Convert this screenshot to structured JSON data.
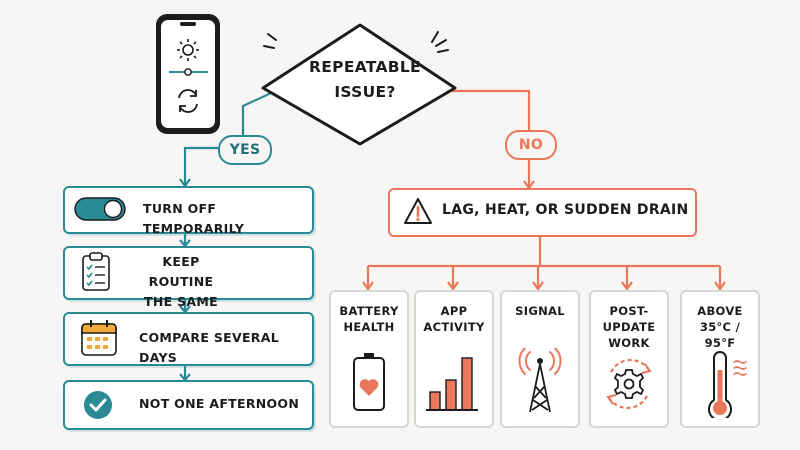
{
  "decision": {
    "line1": "REPEATABLE",
    "line2": "ISSUE?"
  },
  "branches": {
    "yes": "YES",
    "no": "NO"
  },
  "yes_steps": [
    {
      "icon": "toggle-icon",
      "line1": "TURN OFF TEMPORARILY"
    },
    {
      "icon": "clipboard-checklist-icon",
      "line1": "KEEP ROUTINE",
      "line2": "THE SAME"
    },
    {
      "icon": "calendar-icon",
      "line1": "COMPARE SEVERAL DAYS"
    },
    {
      "icon": "check-circle-icon",
      "line1": "NOT ONE AFTERNOON"
    }
  ],
  "no_branch": {
    "alert_icon": "warning-triangle-icon",
    "label": "LAG, HEAT, OR SUDDEN DRAIN",
    "checks": [
      {
        "line1": "BATTERY",
        "line2": "HEALTH",
        "icon": "battery-heart-icon"
      },
      {
        "line1": "APP",
        "line2": "ACTIVITY",
        "icon": "bar-chart-icon"
      },
      {
        "line1": "SIGNAL",
        "line2": "",
        "icon": "signal-tower-icon"
      },
      {
        "line1": "POST-UPDATE",
        "line2": "WORK",
        "icon": "gear-update-icon"
      },
      {
        "line1": "ABOVE",
        "line2": "35°C / 95°F",
        "icon": "thermometer-icon"
      }
    ]
  },
  "phone_icons": [
    "phone-icon",
    "brightness-icon",
    "slider-icon",
    "refresh-icon"
  ],
  "colors": {
    "teal": "#2a8a96",
    "coral": "#e9785b",
    "dark": "#1c1c1c",
    "amber": "#f2a93b"
  }
}
